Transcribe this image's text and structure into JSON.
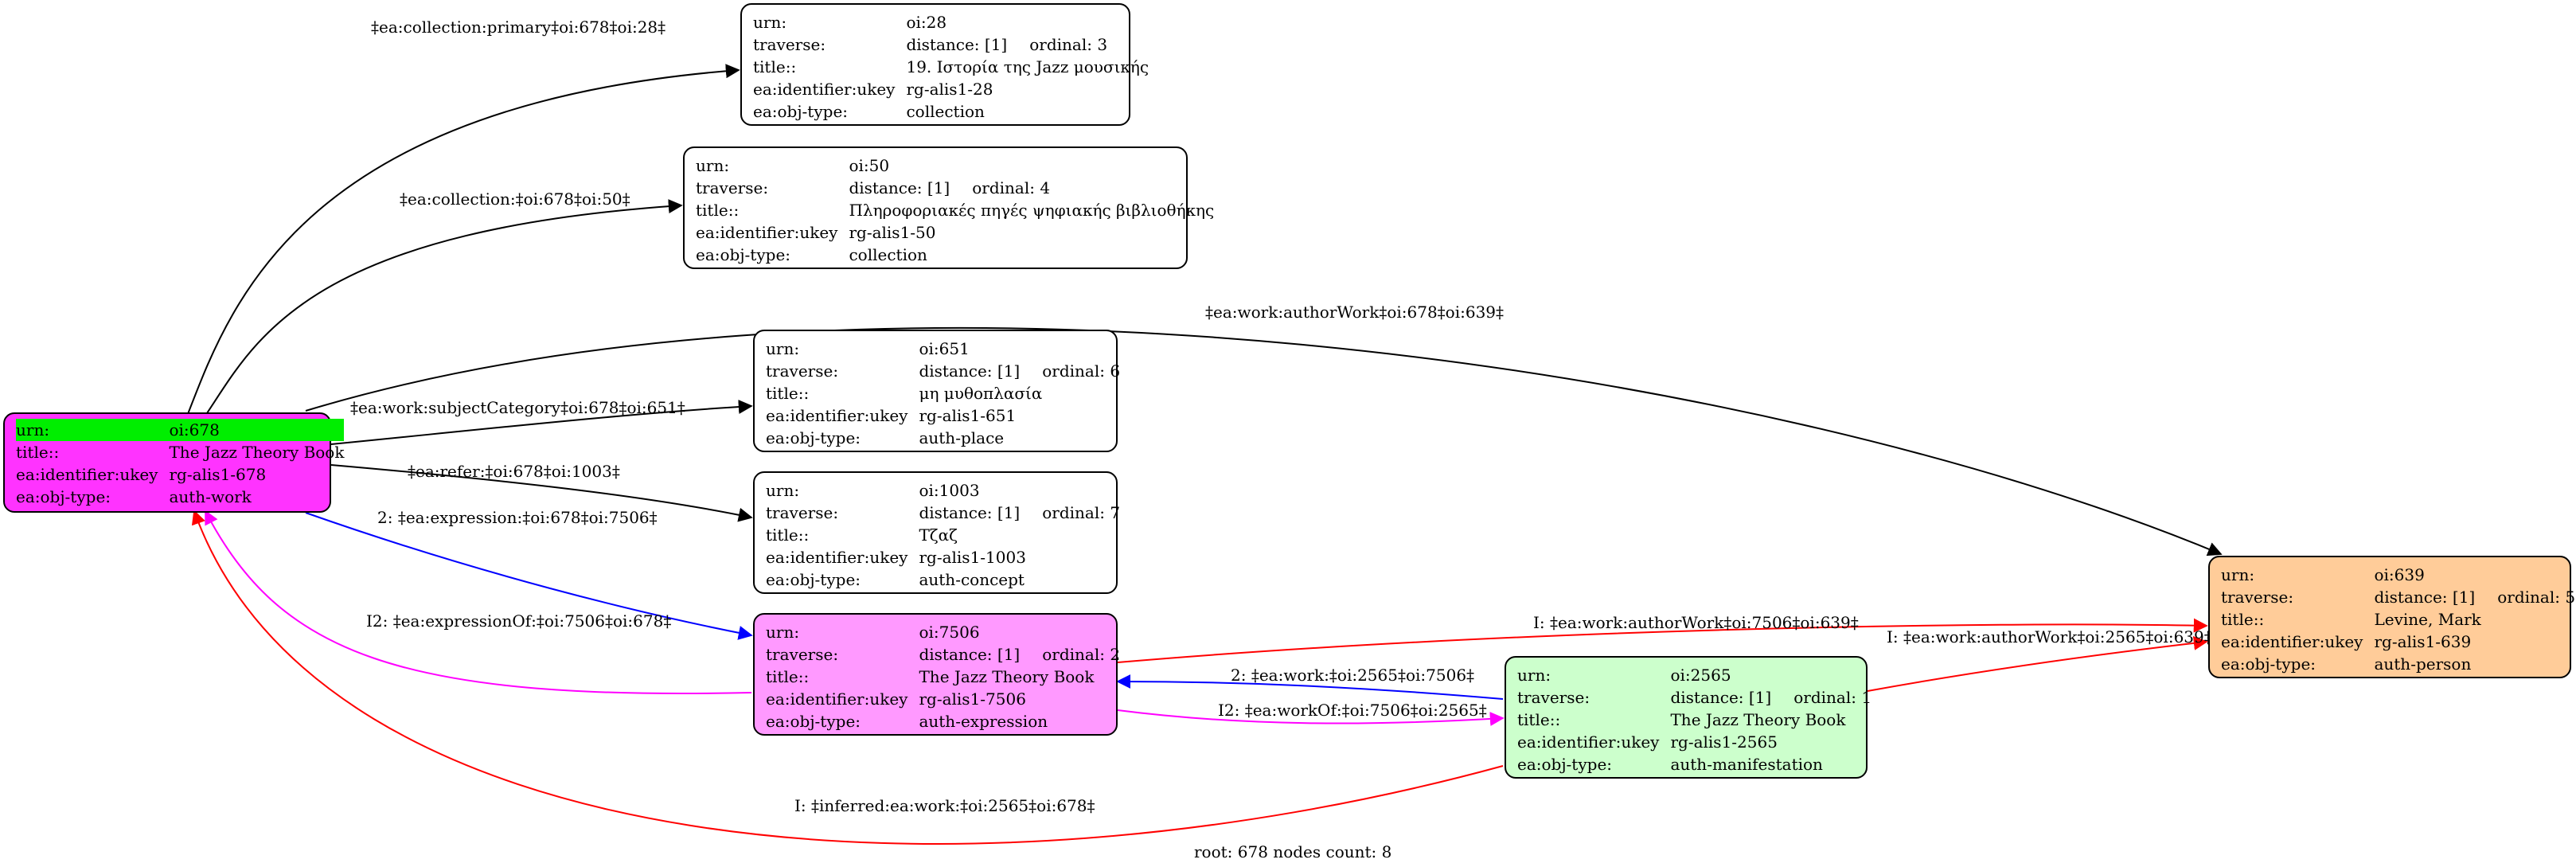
{
  "nodes": {
    "n678": {
      "urn": "oi:678",
      "title": "The Jazz Theory Book",
      "ukey": "rg-alis1-678",
      "objtype": "auth-work",
      "fill": "#ff33ff"
    },
    "n28": {
      "urn": "oi:28",
      "traverse": "distance: [1]",
      "ordinal": "ordinal: 3",
      "title": "19. Ιστορία της Jazz μουσικής",
      "ukey": "rg-alis1-28",
      "objtype": "collection",
      "fill": "#ffffff"
    },
    "n50": {
      "urn": "oi:50",
      "traverse": "distance: [1]",
      "ordinal": "ordinal: 4",
      "title": "Πληροφοριακές πηγές ψηφιακής βιβλιοθήκης",
      "ukey": "rg-alis1-50",
      "objtype": "collection",
      "fill": "#ffffff"
    },
    "n651": {
      "urn": "oi:651",
      "traverse": "distance: [1]",
      "ordinal": "ordinal: 6",
      "title": "μη μυθοπλασία",
      "ukey": "rg-alis1-651",
      "objtype": "auth-place",
      "fill": "#ffffff"
    },
    "n1003": {
      "urn": "oi:1003",
      "traverse": "distance: [1]",
      "ordinal": "ordinal: 7",
      "title": "Τζαζ",
      "ukey": "rg-alis1-1003",
      "objtype": "auth-concept",
      "fill": "#ffffff"
    },
    "n7506": {
      "urn": "oi:7506",
      "traverse": "distance: [1]",
      "ordinal": "ordinal: 2",
      "title": "The Jazz Theory Book",
      "ukey": "rg-alis1-7506",
      "objtype": "auth-expression",
      "fill": "#ff99ff"
    },
    "n2565": {
      "urn": "oi:2565",
      "traverse": "distance: [1]",
      "ordinal": "ordinal: 1",
      "title": "The Jazz Theory Book",
      "ukey": "rg-alis1-2565",
      "objtype": "auth-manifestation",
      "fill": "#ccffcc"
    },
    "n639": {
      "urn": "oi:639",
      "traverse": "distance: [1]",
      "ordinal": "ordinal: 5",
      "title": "Levine, Mark",
      "ukey": "rg-alis1-639",
      "objtype": "auth-person",
      "fill": "#ffcc99"
    }
  },
  "keys": {
    "urn": "urn:",
    "traverse": "traverse:",
    "title": "title::",
    "ukey": "ea:identifier:ukey",
    "objtype": "ea:obj-type:"
  },
  "edges": {
    "e28": "‡ea:collection:primary‡oi:678‡oi:28‡",
    "e50": "‡ea:collection:‡oi:678‡oi:50‡",
    "e639": "‡ea:work:authorWork‡oi:678‡oi:639‡",
    "e651": "‡ea:work:subjectCategory‡oi:678‡oi:651‡",
    "e1003": "‡ea:refer:‡oi:678‡oi:1003‡",
    "e7506": "2: ‡ea:expression:‡oi:678‡oi:7506‡",
    "eExprOf": "I2: ‡ea:expressionOf:‡oi:7506‡oi:678‡",
    "eAuth7506": "I: ‡ea:work:authorWork‡oi:7506‡oi:639‡",
    "eAuth2565": "I: ‡ea:work:authorWork‡oi:2565‡oi:639‡",
    "eWork2565": "2: ‡ea:work:‡oi:2565‡oi:7506‡",
    "eWorkOf": "I2: ‡ea:workOf:‡oi:7506‡oi:2565‡",
    "eInferred": "I: ‡inferred:ea:work:‡oi:2565‡oi:678‡"
  },
  "edge_colors": {
    "black": "#000000",
    "blue": "#0000ff",
    "magenta": "#ff00ff",
    "red": "#ff0000"
  },
  "footer": "root: 678 nodes count: 8"
}
